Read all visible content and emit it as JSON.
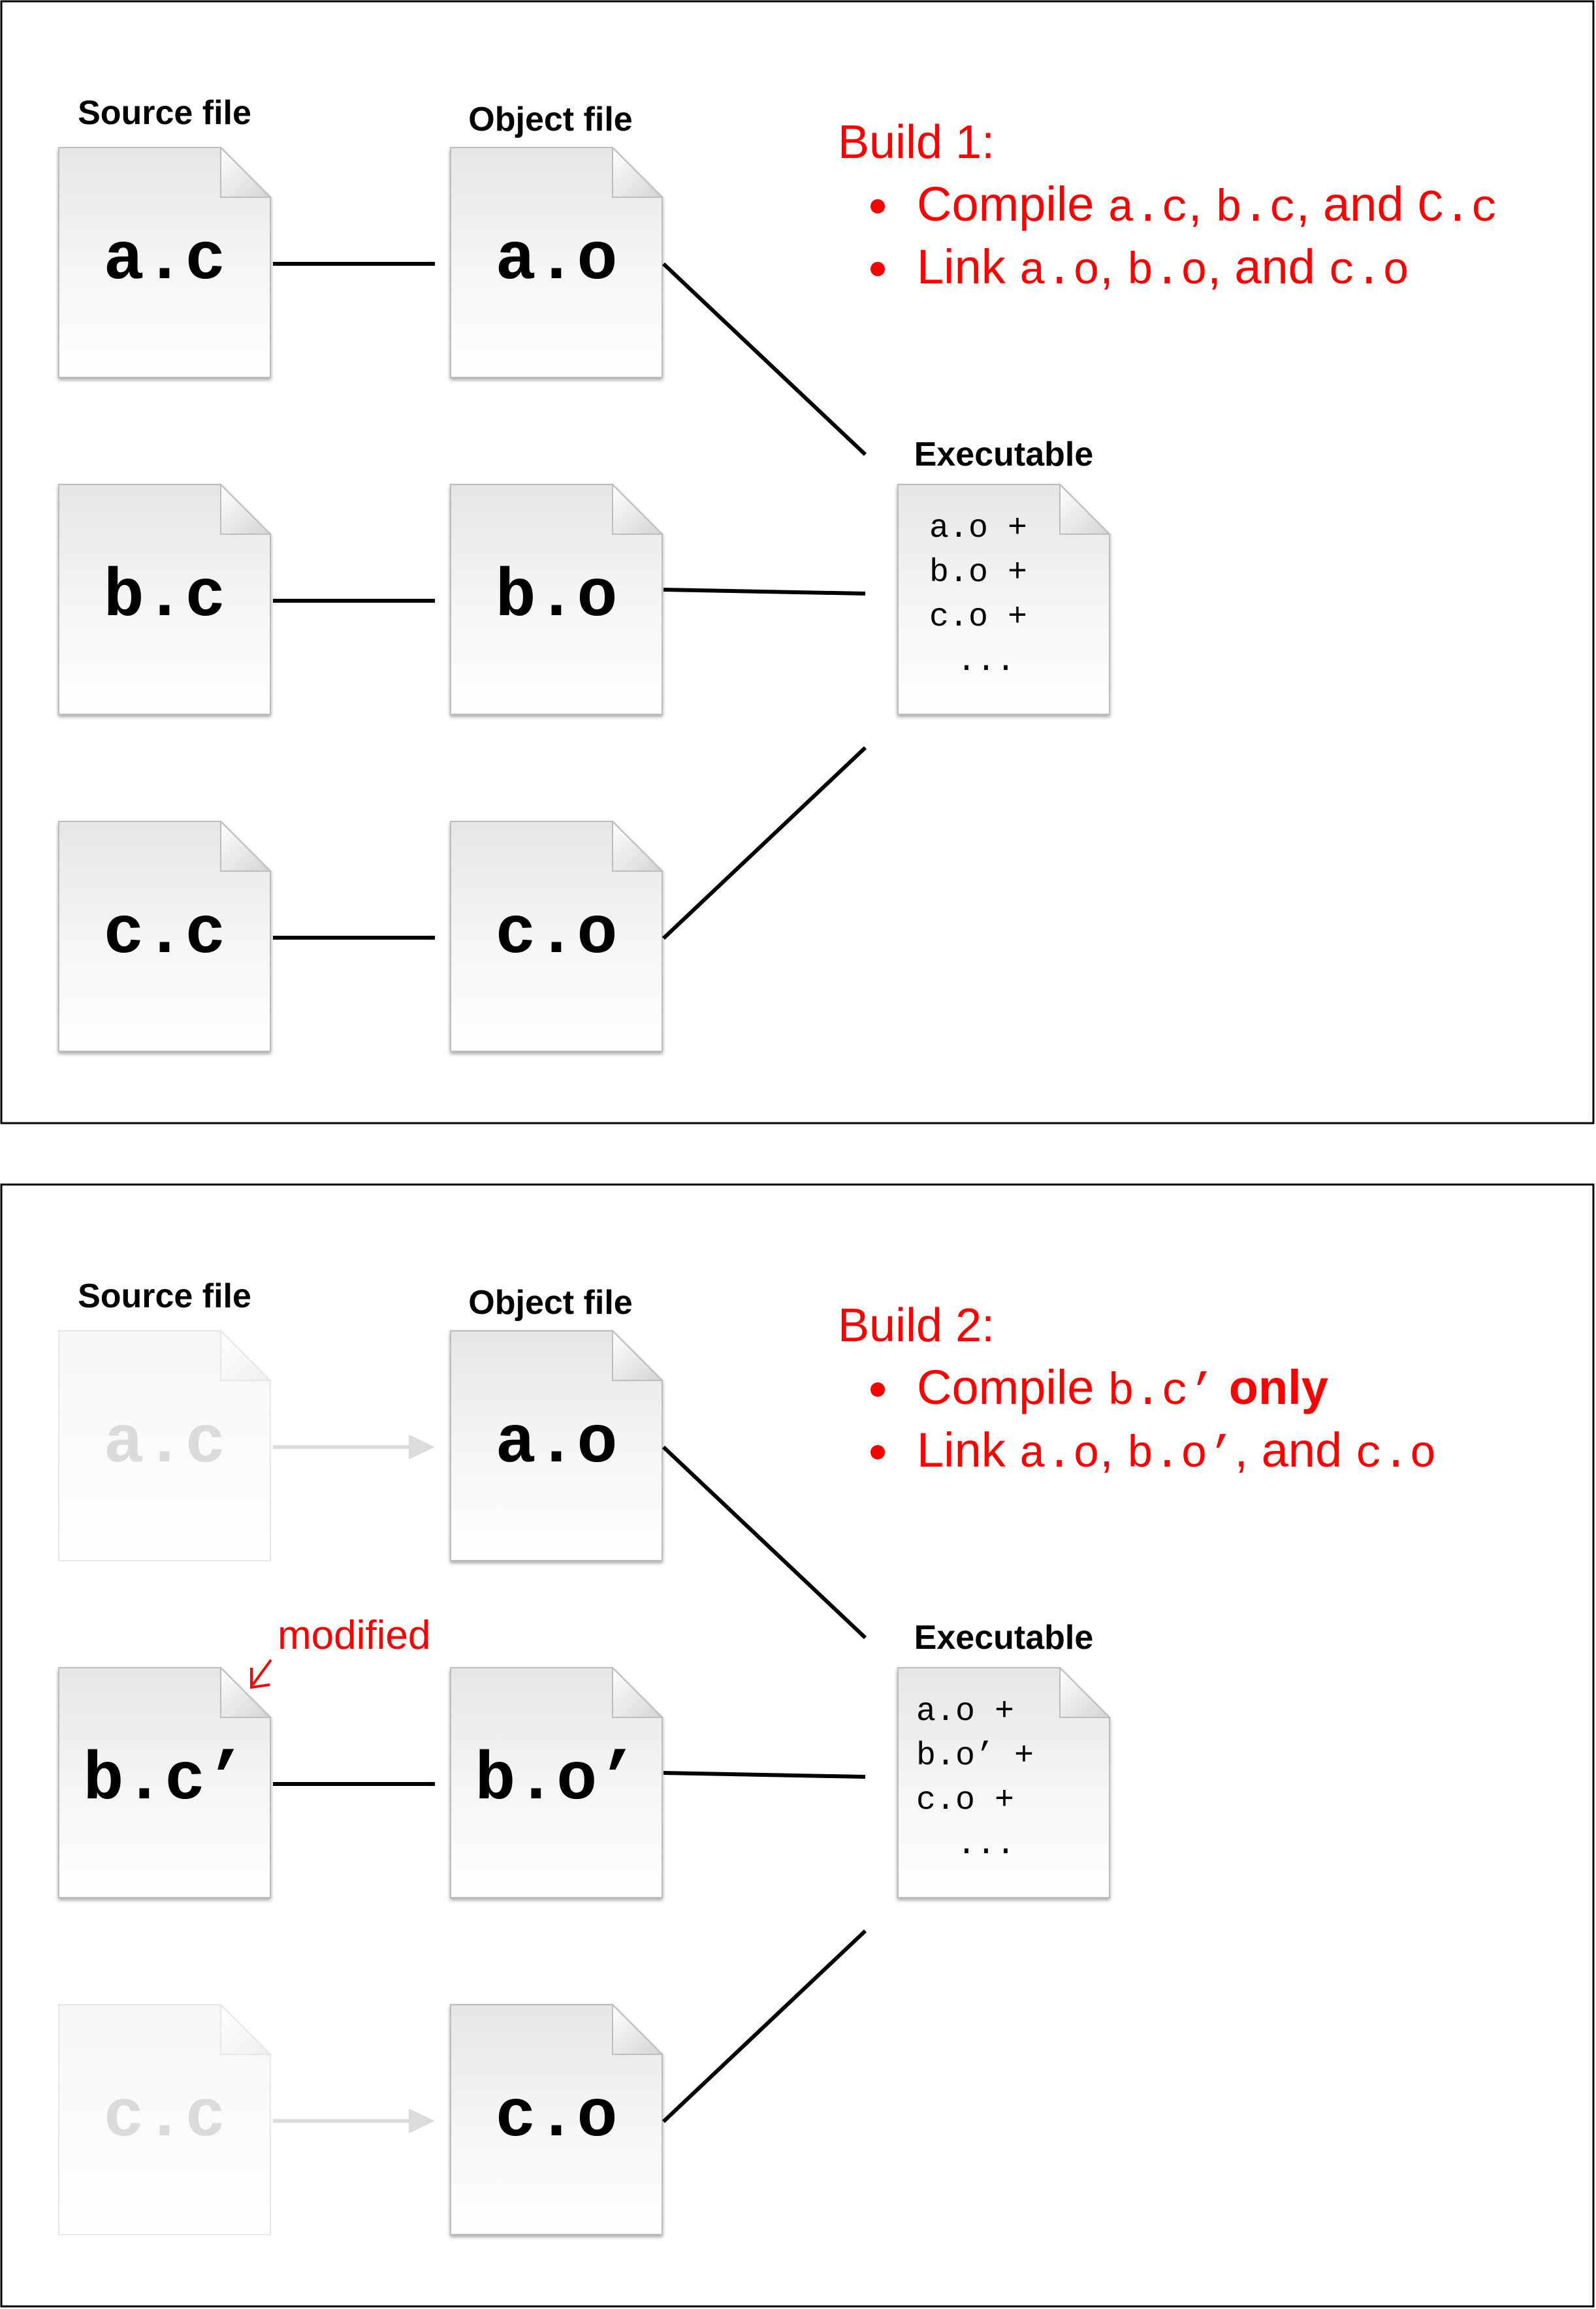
{
  "colors": {
    "accent": "#ff0000",
    "ink": "#000000",
    "faded_text": "#d8d8d8",
    "faded_arrow": "#dcdcdc",
    "frame": "#000000"
  },
  "panels": [
    {
      "id": "build1",
      "column_headers": {
        "source": "Source file",
        "object": "Object file",
        "executable": "Executable"
      },
      "source_files": [
        {
          "label": "a.c",
          "faded": false
        },
        {
          "label": "b.c",
          "faded": false
        },
        {
          "label": "c.c",
          "faded": false
        }
      ],
      "object_files": [
        {
          "label": "a.o"
        },
        {
          "label": "b.o"
        },
        {
          "label": "c.o"
        }
      ],
      "executable_lines": [
        "a.o +",
        "b.o +",
        "c.o +",
        "..."
      ],
      "note": {
        "title": "Build 1:",
        "bullets": [
          [
            {
              "text": "Compile ",
              "style": "normal"
            },
            {
              "text": "a.c",
              "style": "code"
            },
            {
              "text": ", ",
              "style": "normal"
            },
            {
              "text": "b.c",
              "style": "code"
            },
            {
              "text": ", and ",
              "style": "normal"
            },
            {
              "text": "C.c",
              "style": "code"
            }
          ],
          [
            {
              "text": "Link ",
              "style": "normal"
            },
            {
              "text": "a.o",
              "style": "code"
            },
            {
              "text": ", ",
              "style": "normal"
            },
            {
              "text": "b.o",
              "style": "code"
            },
            {
              "text": ", and ",
              "style": "normal"
            },
            {
              "text": "c.o",
              "style": "code"
            }
          ]
        ]
      },
      "annotation": null
    },
    {
      "id": "build2",
      "column_headers": {
        "source": "Source file",
        "object": "Object file",
        "executable": "Executable"
      },
      "source_files": [
        {
          "label": "a.c",
          "faded": true
        },
        {
          "label": "b.c’",
          "faded": false
        },
        {
          "label": "c.c",
          "faded": true
        }
      ],
      "object_files": [
        {
          "label": "a.o"
        },
        {
          "label": "b.o’"
        },
        {
          "label": "c.o"
        }
      ],
      "executable_lines": [
        "a.o  +",
        "b.o’ +",
        "c.o  +",
        "..."
      ],
      "note": {
        "title": "Build 2:",
        "bullets": [
          [
            {
              "text": "Compile ",
              "style": "normal"
            },
            {
              "text": "b.c’",
              "style": "code"
            },
            {
              "text": " ",
              "style": "normal"
            },
            {
              "text": "only",
              "style": "bold"
            }
          ],
          [
            {
              "text": "Link ",
              "style": "normal"
            },
            {
              "text": "a.o",
              "style": "code"
            },
            {
              "text": ", ",
              "style": "normal"
            },
            {
              "text": "b.o’",
              "style": "code"
            },
            {
              "text": ", and ",
              "style": "normal"
            },
            {
              "text": "c.o",
              "style": "code"
            }
          ]
        ]
      },
      "annotation": {
        "text": "modified"
      }
    }
  ]
}
